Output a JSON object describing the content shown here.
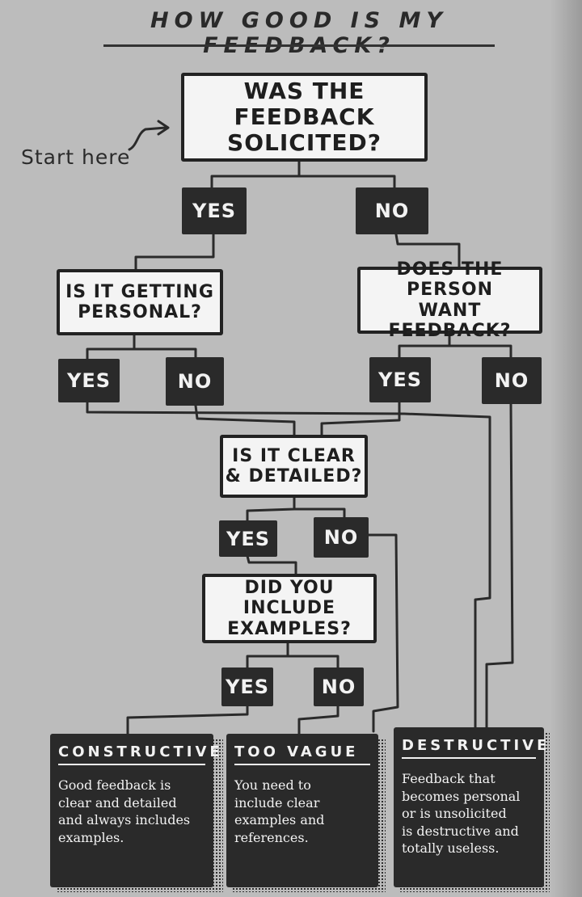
{
  "title": "HOW GOOD IS MY FEEDBACK?",
  "start_label": "Start here",
  "questions": {
    "q1": "WAS THE FEEDBACK\nSOLICITED?",
    "q2": "IS IT GETTING\nPERSONAL?",
    "q3": "DOES THE PERSON\nWANT FEEDBACK?",
    "q4": "IS IT CLEAR\n& DETAILED?",
    "q5": "DID YOU INCLUDE\nEXAMPLES?"
  },
  "answers": {
    "yes": "YES",
    "no": "NO"
  },
  "outcomes": {
    "constructive": {
      "title": "CONSTRUCTIVE",
      "text": "Good feedback is\nclear and detailed\nand always includes\nexamples."
    },
    "too_vague": {
      "title": "TOO VAGUE",
      "text": "You need to\ninclude clear\nexamples and\nreferences."
    },
    "destructive": {
      "title": "DESTRUCTIVE",
      "text": "Feedback that\nbecomes personal\nor is unsolicited\nis destructive and\ntotally useless."
    }
  }
}
